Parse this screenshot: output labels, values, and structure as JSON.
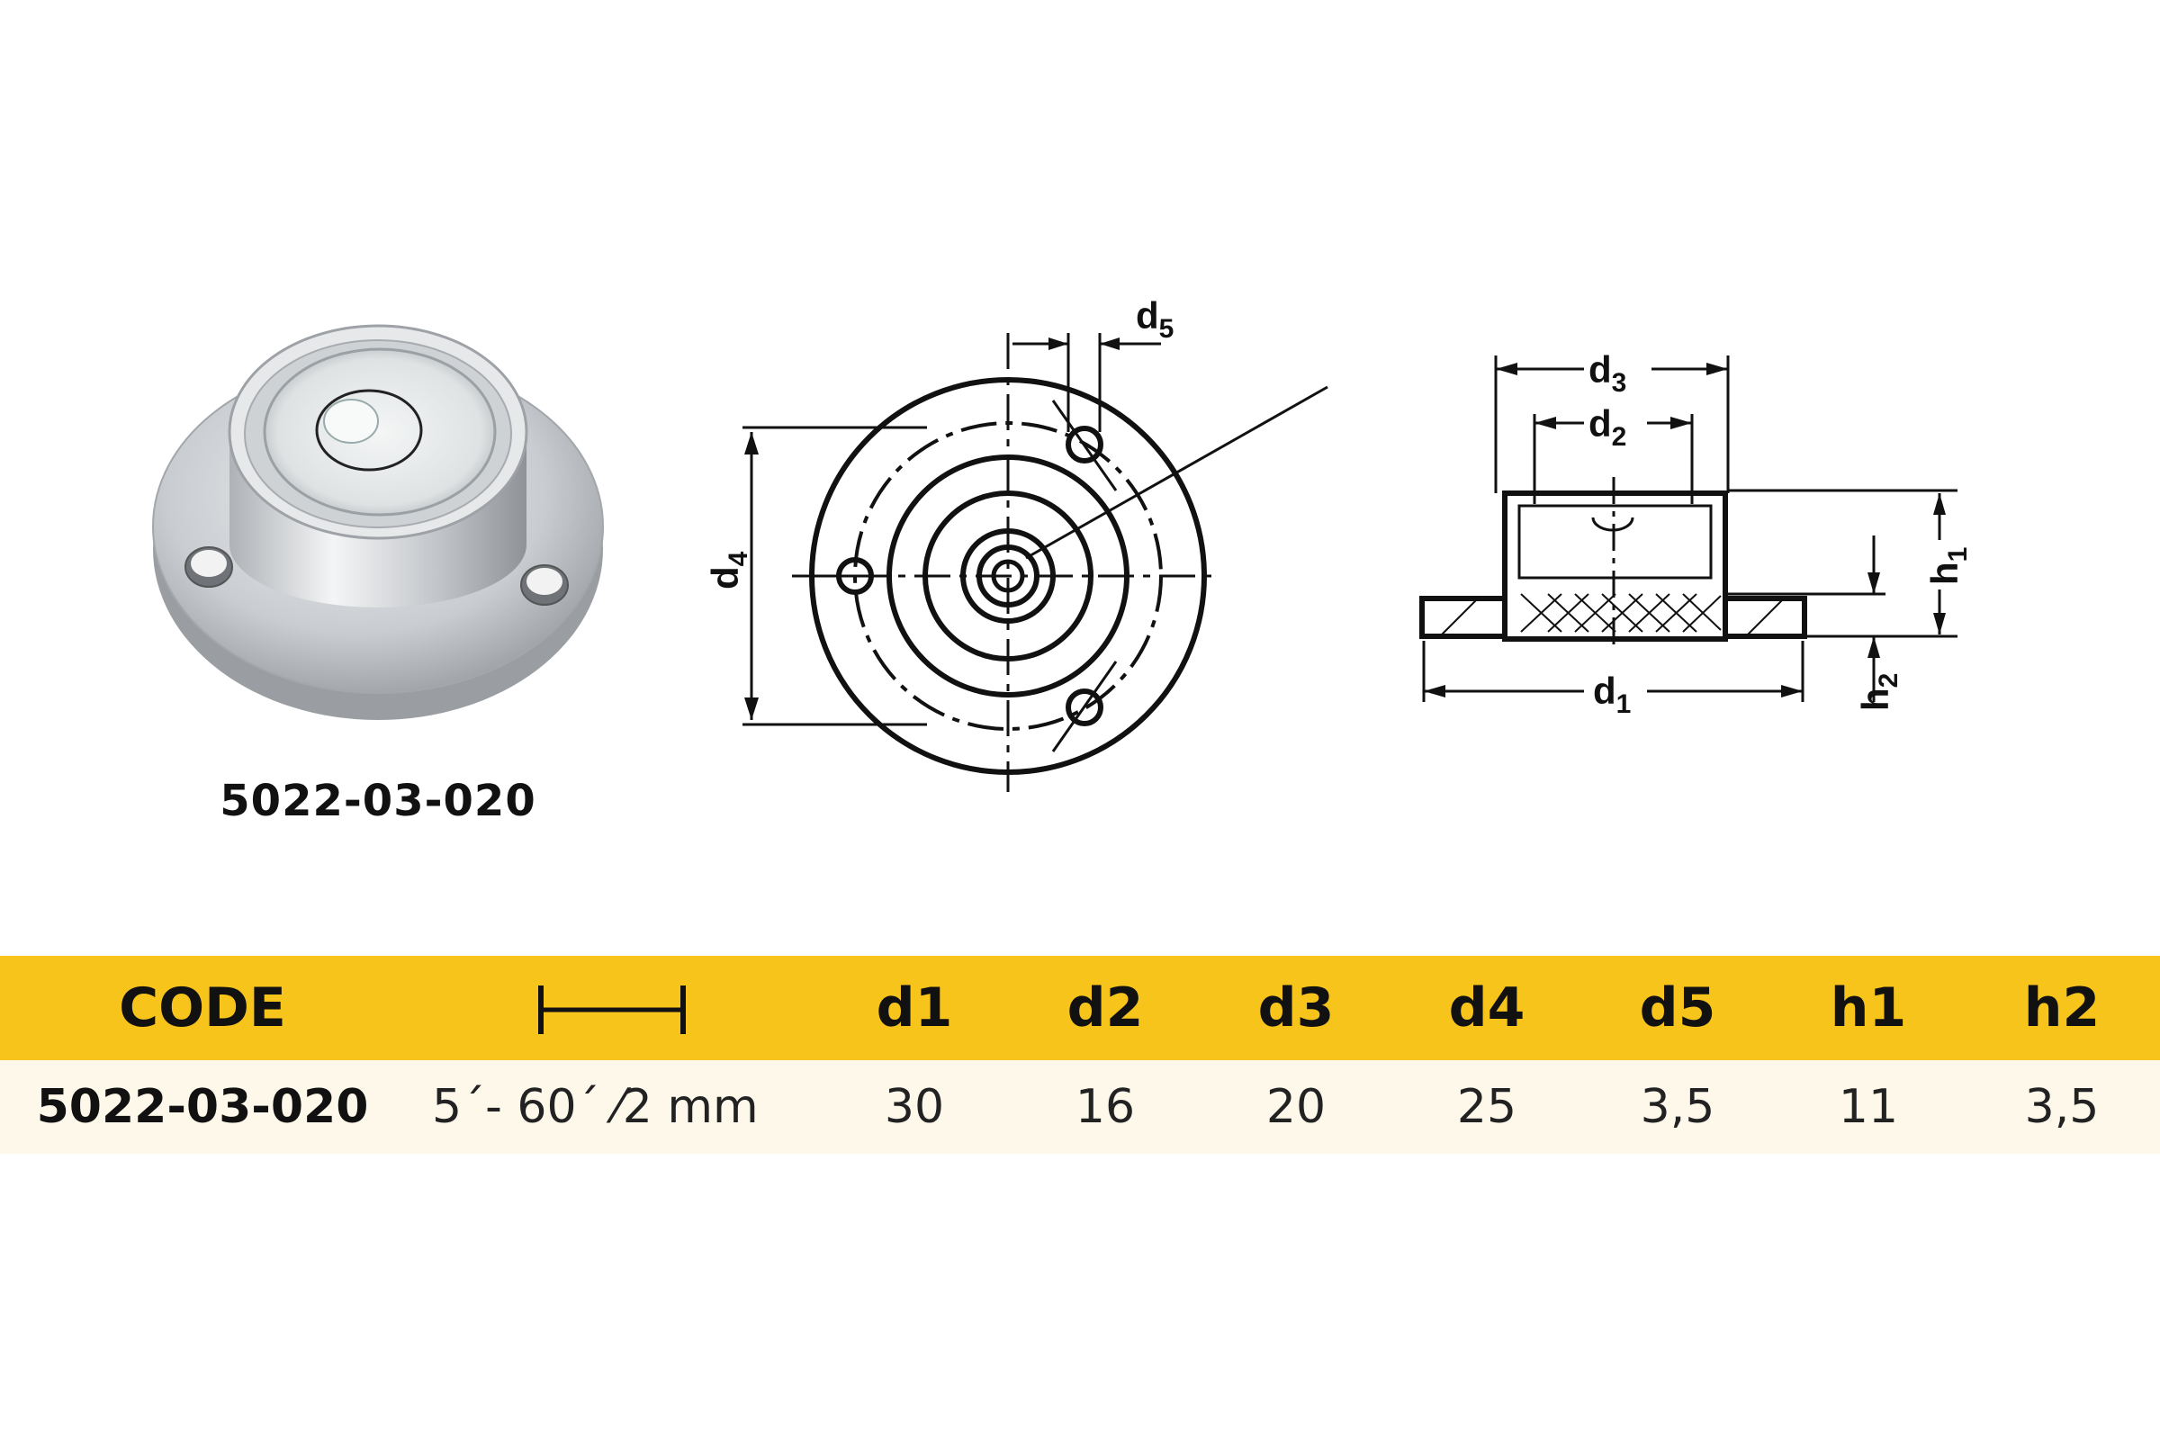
{
  "product": {
    "caption": "5022-03-020",
    "colors": {
      "metal": "#c9ccd0",
      "metal_dark": "#8e9297",
      "glass": "#e8eaeb"
    }
  },
  "drawing": {
    "labels": {
      "d1": "d",
      "d1_sub": "1",
      "d2": "d",
      "d2_sub": "2",
      "d3": "d",
      "d3_sub": "3",
      "d4": "d",
      "d4_sub": "4",
      "d5": "d",
      "d5_sub": "5",
      "h1": "h",
      "h1_sub": "1",
      "h2": "h",
      "h2_sub": "2"
    }
  },
  "table": {
    "header_color": "#f7c41c",
    "row_color": "#fdf8ea",
    "columns": [
      "CODE",
      "range-icon",
      "d1",
      "d2",
      "d3",
      "d4",
      "d5",
      "h1",
      "h2"
    ],
    "headers": {
      "code": "CODE",
      "d1": "d1",
      "d2": "d2",
      "d3": "d3",
      "d4": "d4",
      "d5": "d5",
      "h1": "h1",
      "h2": "h2"
    },
    "row": {
      "code": "5022-03-020",
      "accuracy": "5´- 60´ ⁄2 mm",
      "d1": "30",
      "d2": "16",
      "d3": "20",
      "d4": "25",
      "d5": "3,5",
      "h1": "11",
      "h2": "3,5"
    }
  }
}
